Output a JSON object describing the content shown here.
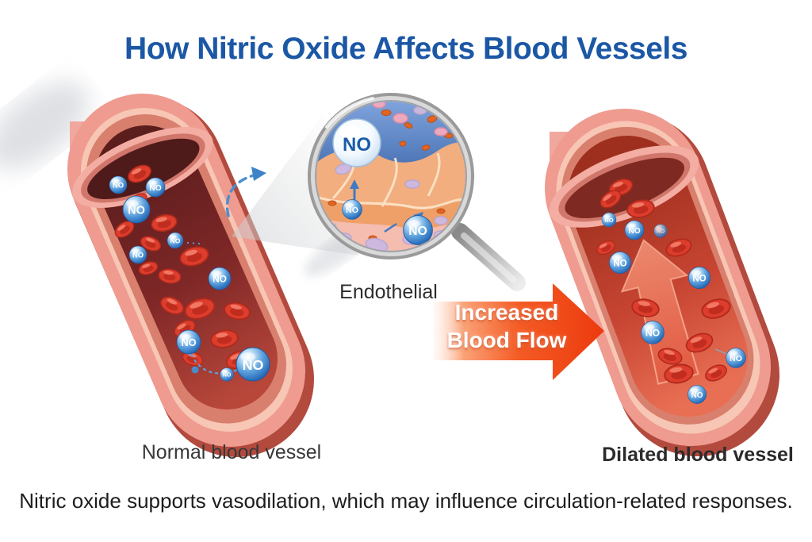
{
  "title": "How Nitric Oxide Affects Blood Vessels",
  "molecule": {
    "symbol": "NO"
  },
  "magnifier": {
    "label": "Endothelial"
  },
  "flow_arrow": {
    "line1": "Increased",
    "line2": "Blood Flow"
  },
  "labels": {
    "normal_vessel": "Normal blood vessel",
    "dilated_vessel": "Dilated blood vessel"
  },
  "caption": "Nitric oxide supports vasodilation, which may influence circulation-related responses.",
  "colors": {
    "title_blue": "#1B57A5",
    "no_molecule_blue": "#3D85D1",
    "flow_arrow_orange": "#F0481C",
    "vessel_wall_pink": "#EF9B90",
    "normal_lumen_red": "#7E2727",
    "dilated_lumen_red": "#D6503A"
  }
}
